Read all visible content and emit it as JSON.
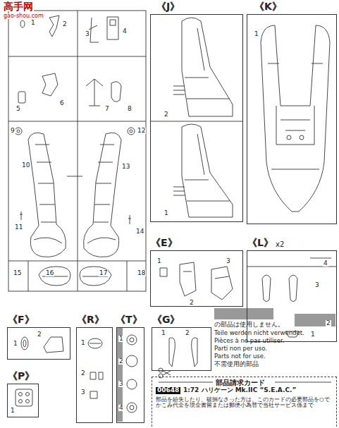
{
  "diagram": {
    "nodes": [
      {
        "text": [
          "《J》"
        ]
      },
      {
        "text": [
          "《K》"
        ]
      },
      {
        "text": [
          "《E》"
        ]
      },
      {
        "text": [
          "《L》",
          "x2"
        ]
      },
      {
        "text": [
          "《F》"
        ]
      },
      {
        "text": [
          "《R》"
        ]
      },
      {
        "text": [
          "《T》"
        ]
      },
      {
        "text": [
          "《G》"
        ]
      },
      {
        "text": [
          "《P》"
        ]
      },
      {
        "text": [
          "の部品は使用しません。",
          "Teile werden nicht verwendet.",
          "Pièces à ne pas utiliser.",
          "Parti non per uso.",
          "Parts not for use.",
          "不需使用的部品"
        ]
      },
      {
        "text": [
          "部品請求カード",
          "00648",
          "1:72 ハリケーン Mk.IIC “S.E.A.C.”",
          "部品を紛失したり、破損なさった方は、このカードの必要部品を○でかこみ代金を現金書留または郵便小為替で当社サービス係まで"
        ]
      }
    ],
    "labels": [
      "高手网",
      "gao-shou.com",
      "1",
      "2",
      "3",
      "4",
      "5",
      "6",
      "7",
      "8",
      "9",
      "10",
      "11",
      "12",
      "13",
      "14",
      "15",
      "16",
      "17",
      "18",
      "2",
      "1",
      "1",
      "1",
      "2",
      "3",
      "4",
      "3",
      "2",
      "1",
      "1",
      "2",
      "1",
      "2",
      "3",
      "1",
      "2",
      "3",
      "4",
      "1",
      "2",
      "1"
    ]
  }
}
